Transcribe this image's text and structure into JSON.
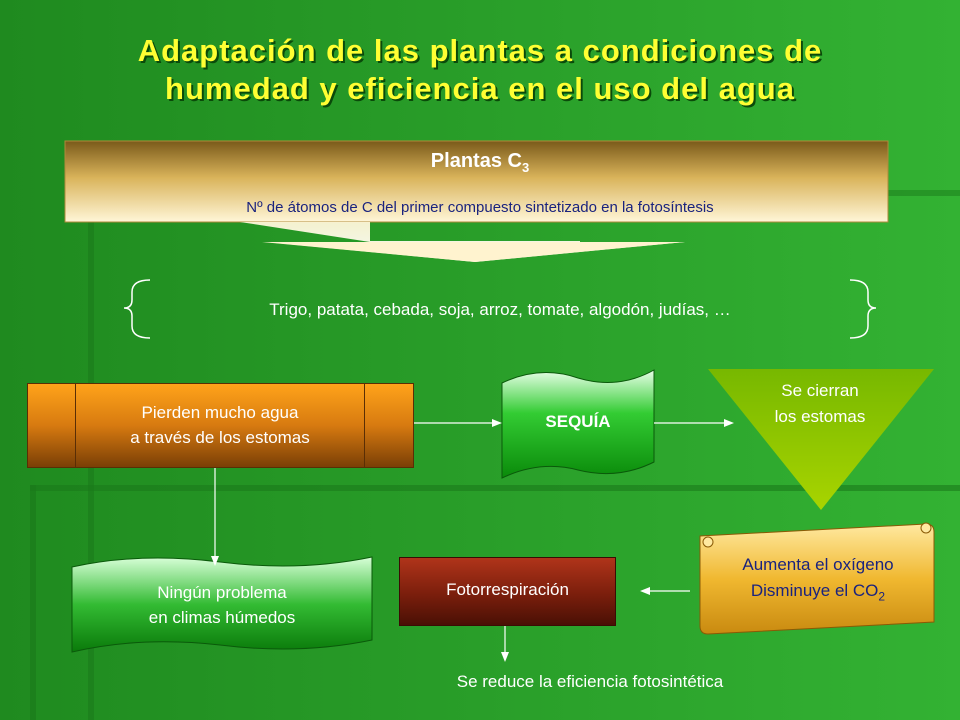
{
  "title": {
    "line1": "Adaptación de las plantas a condiciones de",
    "line2": "humedad y eficiencia en el uso del agua"
  },
  "banner": {
    "heading": "Plantas C",
    "heading_sub": "3",
    "subtitle": "Nº de átomos de C del primer compuesto sintetizado en la fotosíntesis"
  },
  "examples": "Trigo, patata, cebada, soja, arroz, tomate, algodón, judías, …",
  "nodes": {
    "pierden": {
      "line1": "Pierden mucho agua",
      "line2": "a través de los estomas"
    },
    "sequia": "SEQUÍA",
    "estomas": {
      "line1": "Se cierran",
      "line2": "los estomas"
    },
    "oxigeno": {
      "line1": "Aumenta el oxígeno",
      "line2": "Disminuye el CO",
      "line2_sub": "2"
    },
    "fotorrespiracion": "Fotorrespiración",
    "ningun": {
      "line1": "Ningún problema",
      "line2": "en climas húmedos"
    },
    "eficiencia": "Se reduce la eficiencia fotosintética"
  },
  "colors": {
    "title": "#ffff33",
    "subtitle": "#1a237e",
    "banner_gold": "#c9a24a",
    "orange": "#ffa31a",
    "green_node": "#33cc33",
    "triangle": "#99cc00",
    "scroll": "#e0a020",
    "fotorrespiracion": "#7a1e0c"
  }
}
